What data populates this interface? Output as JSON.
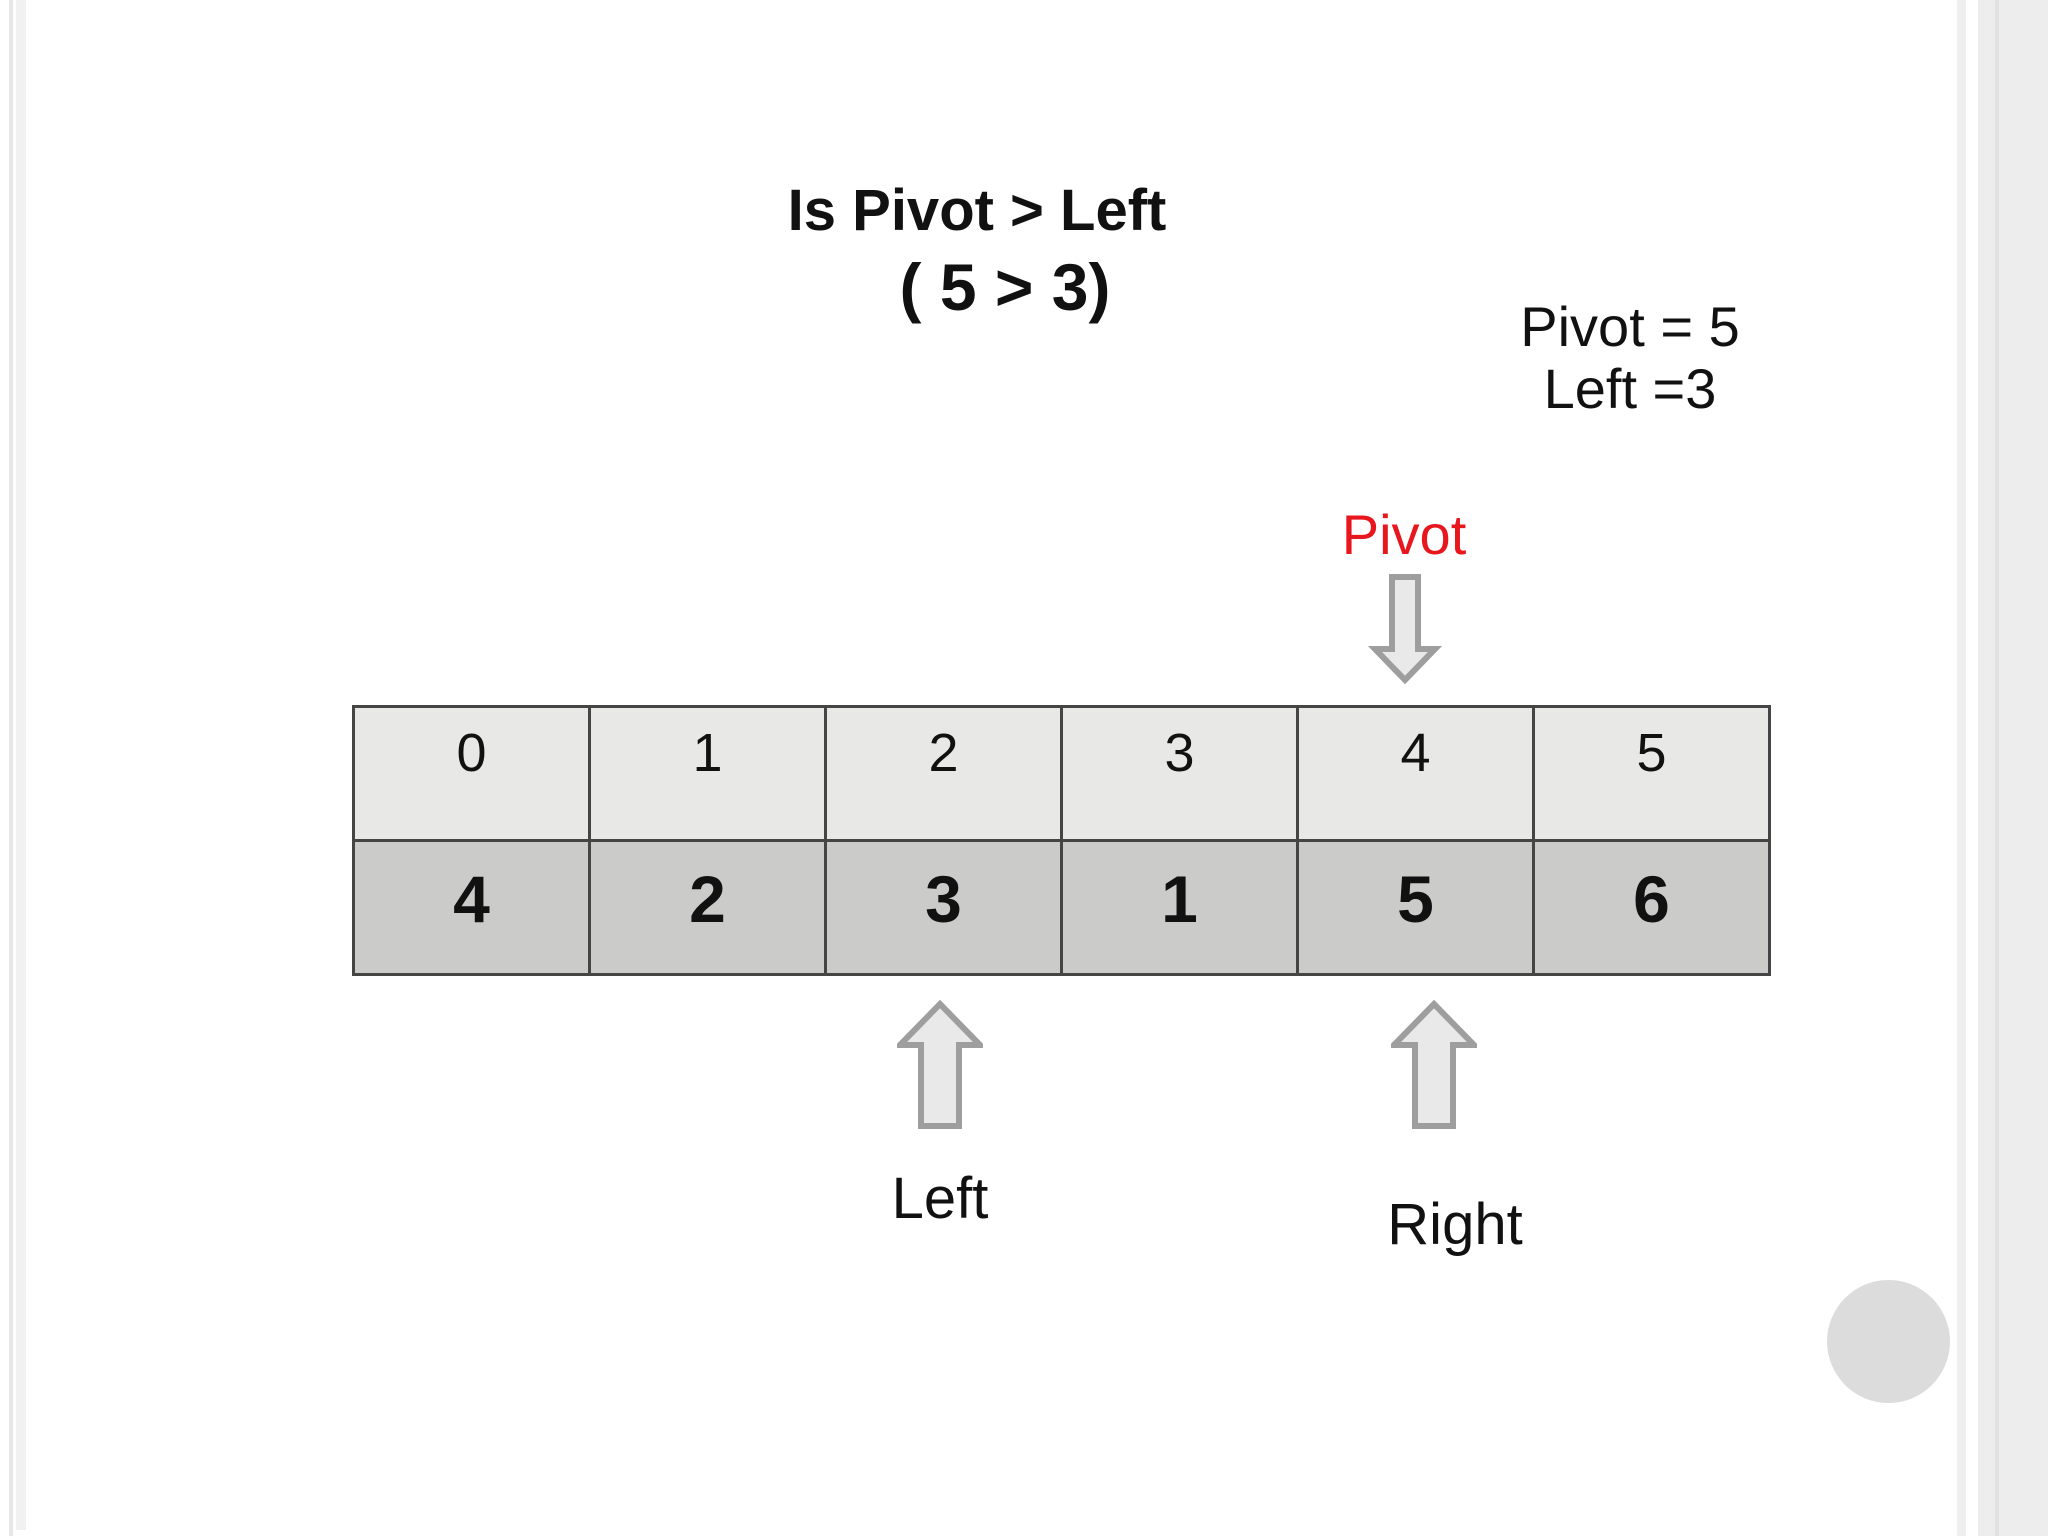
{
  "slide": {
    "title_line1": "Is Pivot > Left",
    "title_line2": "( 5 > 3)",
    "variables": {
      "pivot_text": "Pivot = 5",
      "left_text": "Left =3"
    },
    "pointers": {
      "pivot": {
        "label": "Pivot",
        "points_to_index": 4
      },
      "left": {
        "label": "Left",
        "points_to_index": 2
      },
      "right": {
        "label": "Right",
        "points_to_index": 4
      }
    },
    "array_table": {
      "indices": [
        "0",
        "1",
        "2",
        "3",
        "4",
        "5"
      ],
      "values": [
        "4",
        "2",
        "3",
        "1",
        "5",
        "6"
      ]
    },
    "colors": {
      "pivot_label_red": "#e8161d",
      "index_row_bg": "#e8e8e7",
      "value_row_bg": "#cbcbca",
      "table_border": "#454545",
      "arrow_fill": "#e9e9e9",
      "arrow_stroke": "#9e9e9e",
      "decorative_circle": "#dcdcdc",
      "edge_band": "#ededed",
      "side_panel": "#ededed"
    }
  }
}
